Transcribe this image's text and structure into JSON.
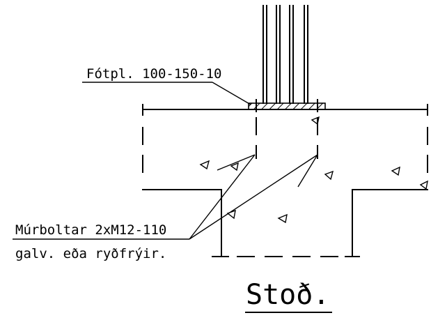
{
  "drawing": {
    "labels": {
      "base_plate": "Fótpl. 100-150-10",
      "anchor_bolts": "Múrboltar 2xM12-110",
      "anchor_material": "galv. eða ryðfrýir.",
      "title": "Stoð."
    }
  },
  "colors": {
    "ink": "#000000",
    "paper": "#ffffff"
  }
}
